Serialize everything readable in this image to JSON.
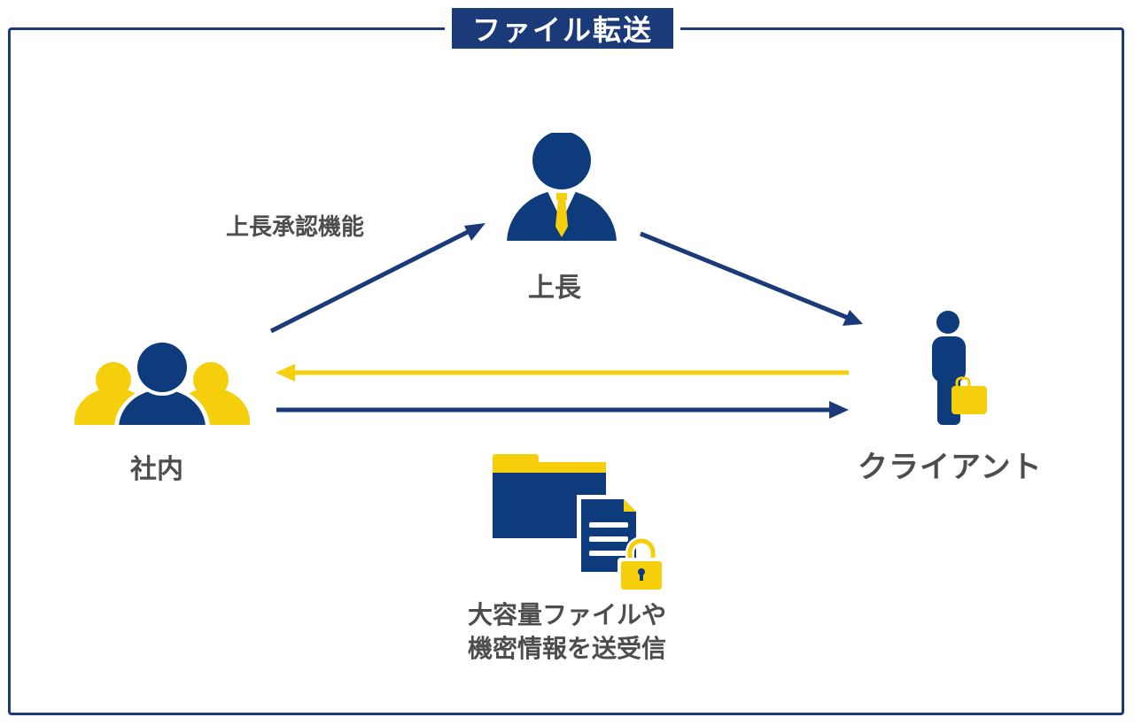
{
  "title": "ファイル転送",
  "labels": {
    "approval": "上長承認機能",
    "boss": "上長",
    "internal": "社内",
    "client": "クライアント",
    "files_line1": "大容量ファイルや",
    "files_line2": "機密情報を送受信"
  },
  "colors": {
    "navy": "#1a3a7a",
    "dark_navy": "#0e3b7c",
    "yellow": "#f5cf0c",
    "text_gray": "#4d4d4d"
  },
  "icons": [
    "group-of-people-icon",
    "boss-icon",
    "client-with-briefcase-icon",
    "locked-folder-icon"
  ]
}
